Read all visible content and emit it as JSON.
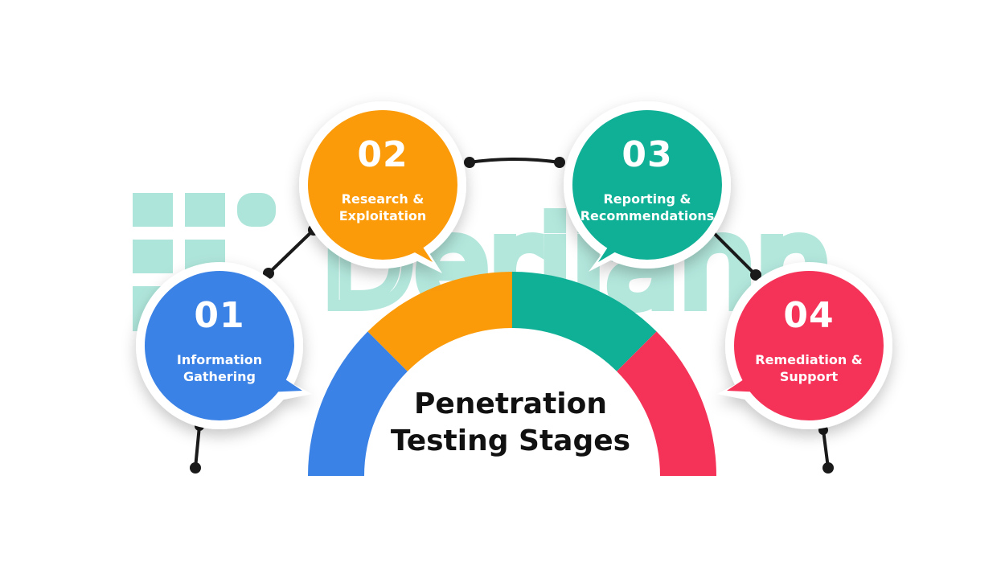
{
  "title": "Penetration Testing Stages",
  "watermark": "Deriiann",
  "colors": {
    "blue": "#3b82e6",
    "orange": "#fb9b0a",
    "teal": "#10b096",
    "red": "#f53358",
    "watermark": "#a6e3d6",
    "connector": "#1a1a1a"
  },
  "stages": [
    {
      "number": "01",
      "label": "Information\nGathering",
      "color": "#3b82e6"
    },
    {
      "number": "02",
      "label": "Research &\nExploitation",
      "color": "#fb9b0a"
    },
    {
      "number": "03",
      "label": "Reporting &\nRecommendations",
      "color": "#10b096"
    },
    {
      "number": "04",
      "label": "Remediation &\nSupport",
      "color": "#f53358"
    }
  ]
}
